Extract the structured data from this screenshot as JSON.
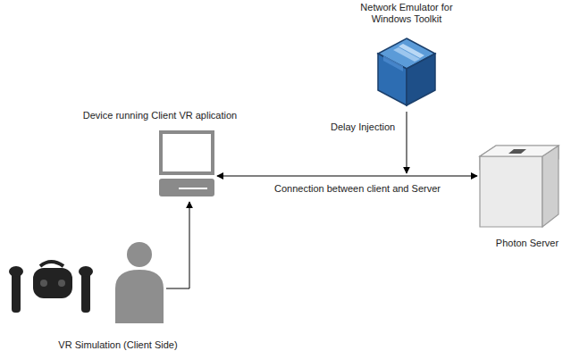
{
  "diagram": {
    "nodes": [
      {
        "text": [
          "Network Emulator for Windows Toolkit"
        ]
      },
      {
        "text": [
          "Device running Client VR aplication"
        ]
      },
      {
        "text": [
          "Photon Server"
        ]
      },
      {
        "text": [
          "VR Simulation (Client Side)"
        ]
      }
    ],
    "edges": [
      {
        "from": 1,
        "to": 2,
        "arrow": "both",
        "label": "Connection between client and Server"
      },
      {
        "from": 3,
        "to": 1,
        "arrow": "to"
      }
    ],
    "labels": [
      "Delay Injection"
    ]
  }
}
